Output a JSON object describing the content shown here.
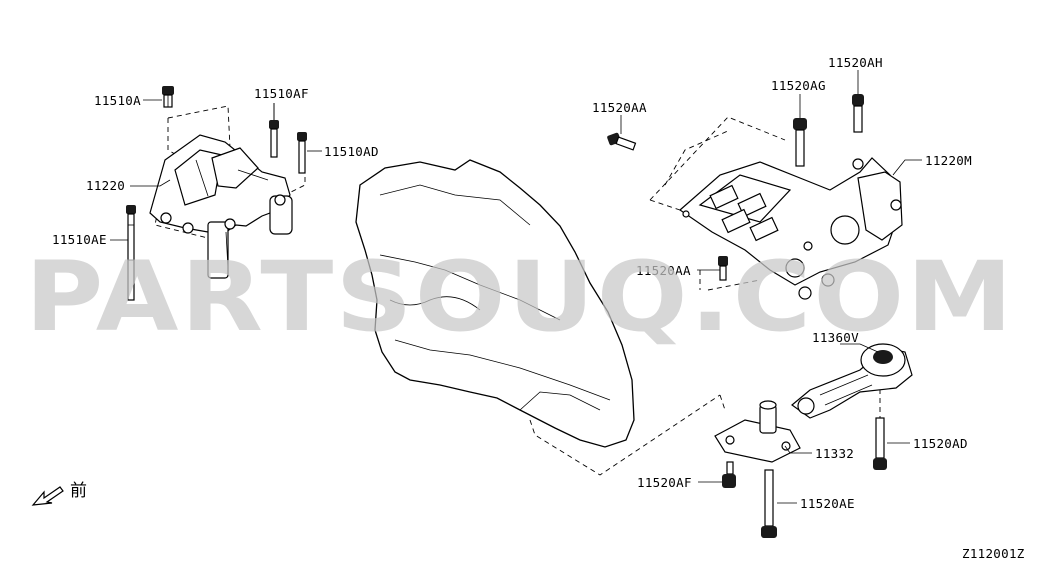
{
  "diagram_id": "Z112001Z",
  "watermark": "PARTSOUQ.COM",
  "front_label": "前",
  "parts": {
    "p11510A": "11510A",
    "p11510AF": "11510AF",
    "p11510AD": "11510AD",
    "p11220": "11220",
    "p11510AE": "11510AE",
    "p11520AA_top": "11520AA",
    "p11520AG": "11520AG",
    "p11520AH": "11520AH",
    "p11220M": "11220M",
    "p11520AA_bottom": "11520AA",
    "p11360V": "11360V",
    "p11332": "11332",
    "p11520AD": "11520AD",
    "p11520AF": "11520AF",
    "p11520AE": "11520AE"
  }
}
